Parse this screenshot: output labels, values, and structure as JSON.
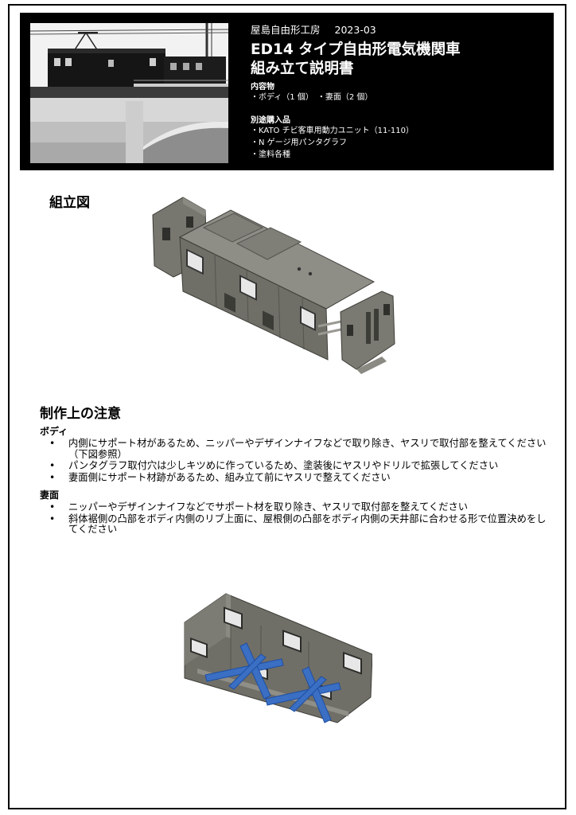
{
  "header": {
    "studio": "屋島自由形工房",
    "date": "2023-03",
    "title_line1": "ED14 タイプ自由形電気機関車",
    "title_line2": "組み立て説明書",
    "contents_label": "内容物",
    "contents_item1": "・ボディ（1 個）",
    "contents_item2": "・妻面（2 個）",
    "purchase_label": "別途購入品",
    "purchase_items": [
      "・KATO チビ客車用動力ユニット（11-110）",
      "・N ゲージ用パンタグラフ",
      "・塗料各種"
    ]
  },
  "assembly": {
    "heading": "組立図"
  },
  "notes": {
    "heading": "制作上の注意",
    "body_label": "ボディ",
    "body_items": [
      "内側にサポート材があるため、ニッパーやデザインナイフなどで取り除き、ヤスリで取付部を整えてください（下図参照）",
      "パンタグラフ取付穴は少しキツめに作っているため、塗装後にヤスリやドリルで拡張してください",
      "妻面側にサポート材跡があるため、組み立て前にヤスリで整えてください"
    ],
    "end_label": "妻面",
    "end_items": [
      "ニッパーやデザインナイフなどでサポート材を取り除き、ヤスリで取付部を整えてください",
      "斜体裾側の凸部をボディ内側のリブ上面に、屋根側の凸部をボディ内側の天井部に合わせる形で位置決めをしてください"
    ],
    "bullet": "•"
  },
  "colors": {
    "header_bg": "#000000",
    "model_gray": "#6e6d66",
    "support_blue": "#3a6fc4"
  }
}
